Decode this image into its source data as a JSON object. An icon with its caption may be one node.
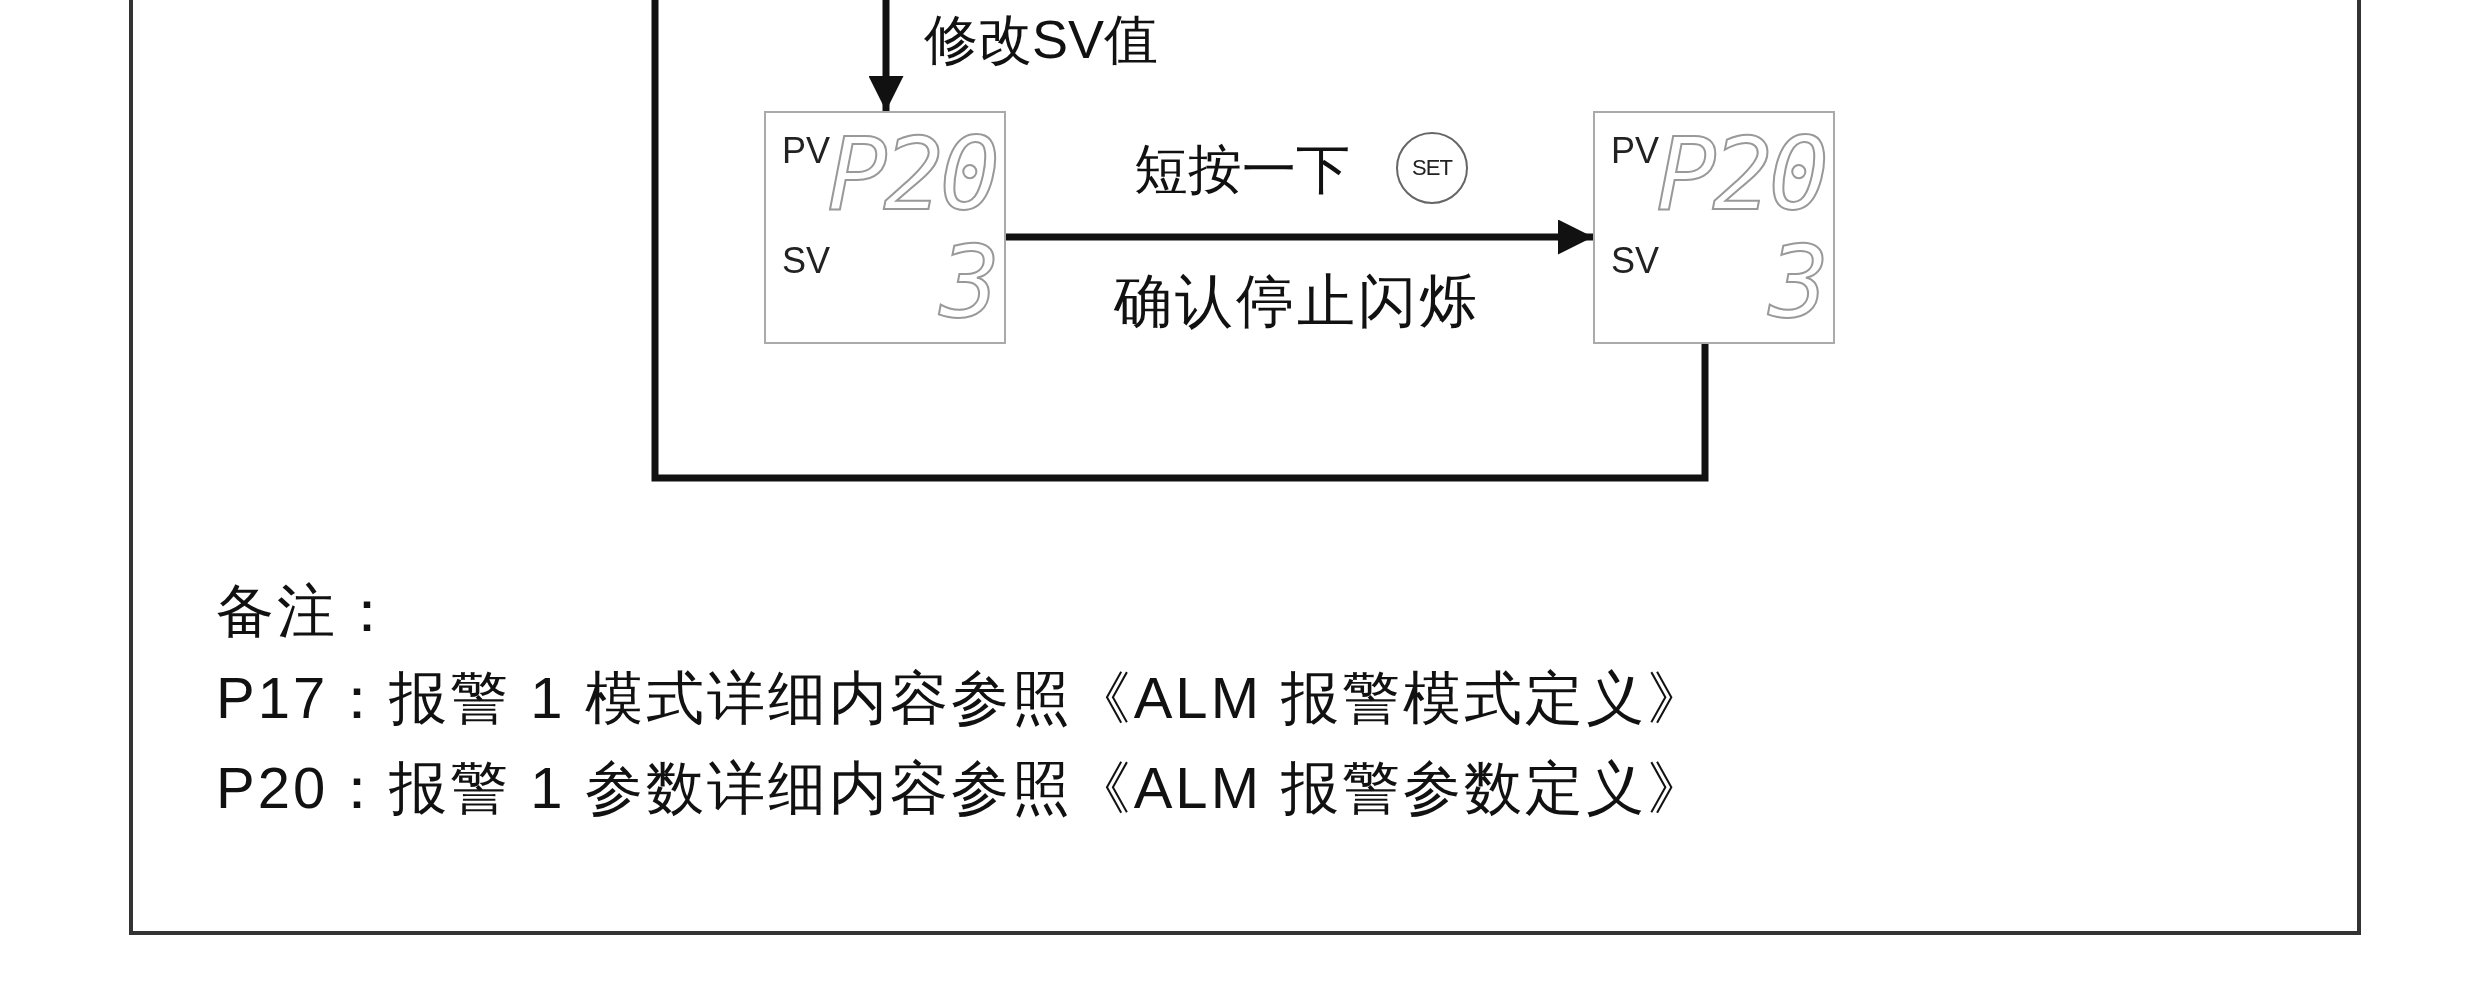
{
  "diagram": {
    "nodes": [
      {
        "text": [
          "PV",
          "P20",
          "SV",
          "3"
        ]
      },
      {
        "text": [
          "PV",
          "P20",
          "SV",
          "3"
        ]
      },
      {
        "text": [
          "SET"
        ]
      }
    ],
    "edges": [
      {
        "from": null,
        "to": 0,
        "arrow": "to",
        "label": "修改SV值"
      },
      {
        "from": 0,
        "to": 1,
        "arrow": "to",
        "label": "短按一下"
      },
      {
        "from": 1,
        "to": null,
        "arrow": "none"
      }
    ],
    "labels": [
      "确认停止闪烁",
      "备注：",
      "P17：报警 1 模式详细内容参照《ALM 报警模式定义》",
      "P20：报警 1 参数详细内容参照《ALM 报警参数定义》"
    ]
  }
}
